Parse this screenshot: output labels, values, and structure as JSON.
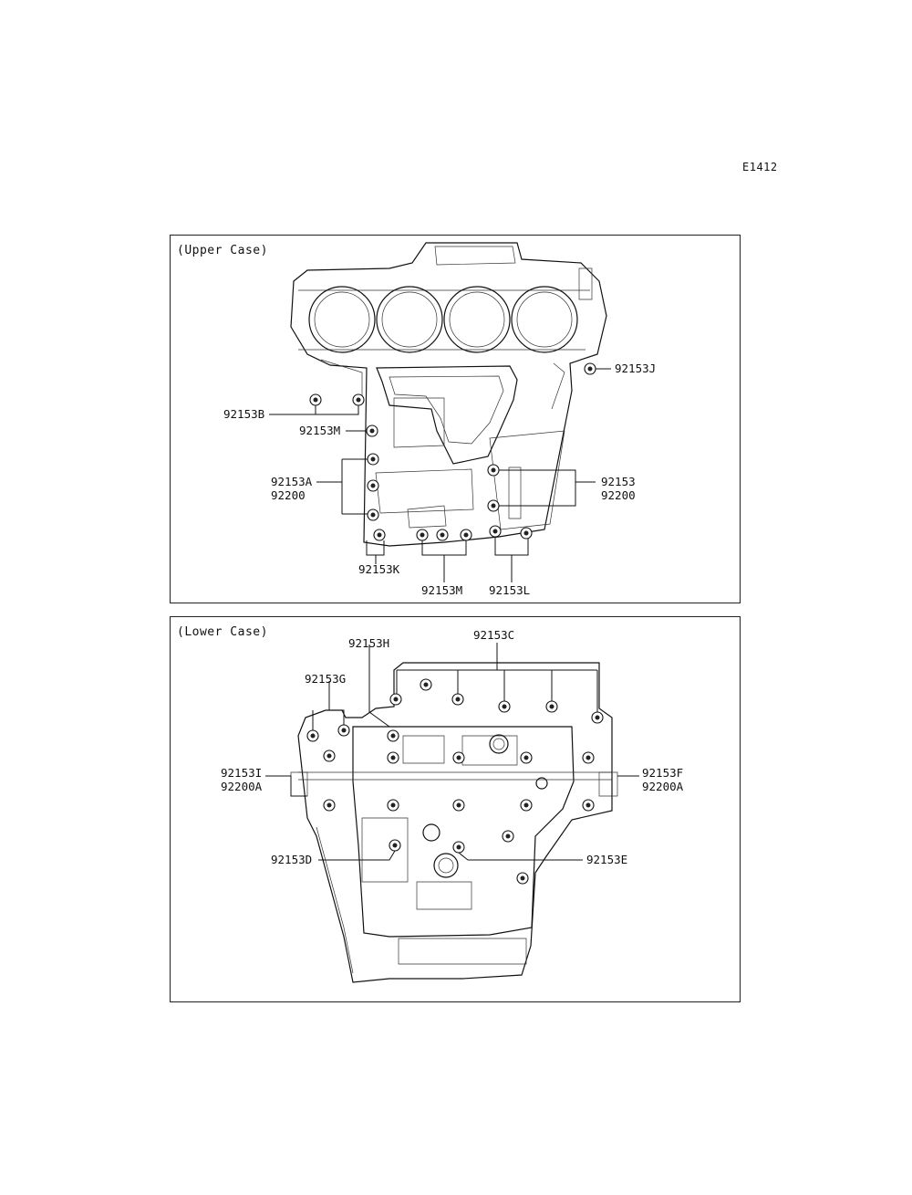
{
  "diagram_code": "E1412",
  "upper_case": {
    "title": "(Upper Case)",
    "labels": {
      "j": "92153J",
      "b": "92153B",
      "m_top": "92153M",
      "a": "92153A",
      "a_bottom": "92200",
      "right_top": "92153",
      "right_bottom": "92200",
      "k": "92153K",
      "m_bottom": "92153M",
      "l": "92153L"
    }
  },
  "lower_case": {
    "title": "(Lower Case)",
    "labels": {
      "c": "92153C",
      "h": "92153H",
      "g": "92153G",
      "i": "92153I",
      "i_bottom": "92200A",
      "f": "92153F",
      "f_bottom": "92200A",
      "d": "92153D",
      "e": "92153E"
    }
  }
}
